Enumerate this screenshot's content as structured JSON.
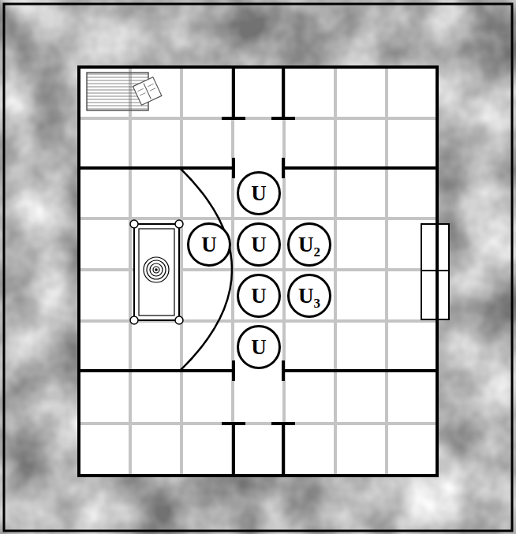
{
  "diagram": {
    "nodes": [
      {
        "text": [
          "U"
        ]
      },
      {
        "text": [
          "U"
        ]
      },
      {
        "text": [
          "U"
        ]
      },
      {
        "text": [
          "U",
          "2"
        ]
      },
      {
        "text": [
          "U"
        ]
      },
      {
        "text": [
          "U",
          "3"
        ]
      },
      {
        "text": [
          "U"
        ]
      }
    ]
  }
}
